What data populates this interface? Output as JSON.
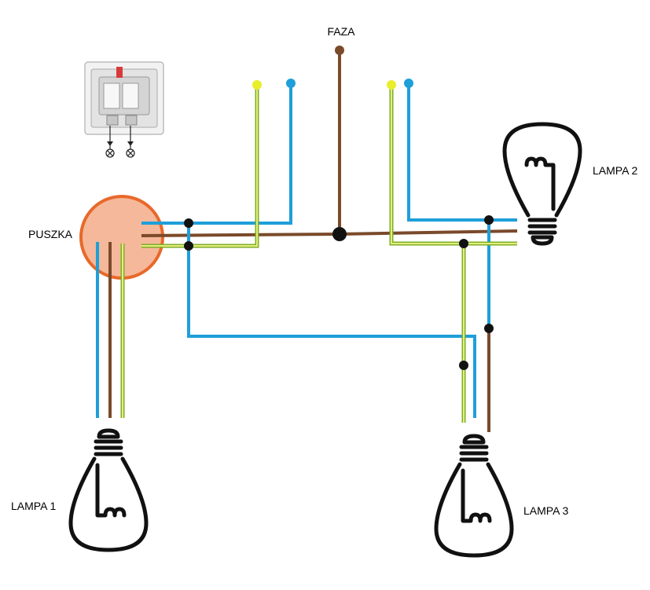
{
  "labels": {
    "faza": "FAZA",
    "puszka": "PUSZKA",
    "lampa1": "LAMPA 1",
    "lampa2": "LAMPA 2",
    "lampa3": "LAMPA 3"
  },
  "colors": {
    "phase_wire": "#7a4a2a",
    "neutral_wire": "#1e9fd9",
    "earth_wire": "#b4d335",
    "earth_terminal": "#e8ee2a",
    "junction_box_fill": "#f5b89a",
    "junction_box_stroke": "#e8692a",
    "node": "#111111",
    "bulb_outline": "#111111"
  },
  "icons": {
    "switch": "wall-switch-icon",
    "bulb": "light-bulb-icon"
  }
}
